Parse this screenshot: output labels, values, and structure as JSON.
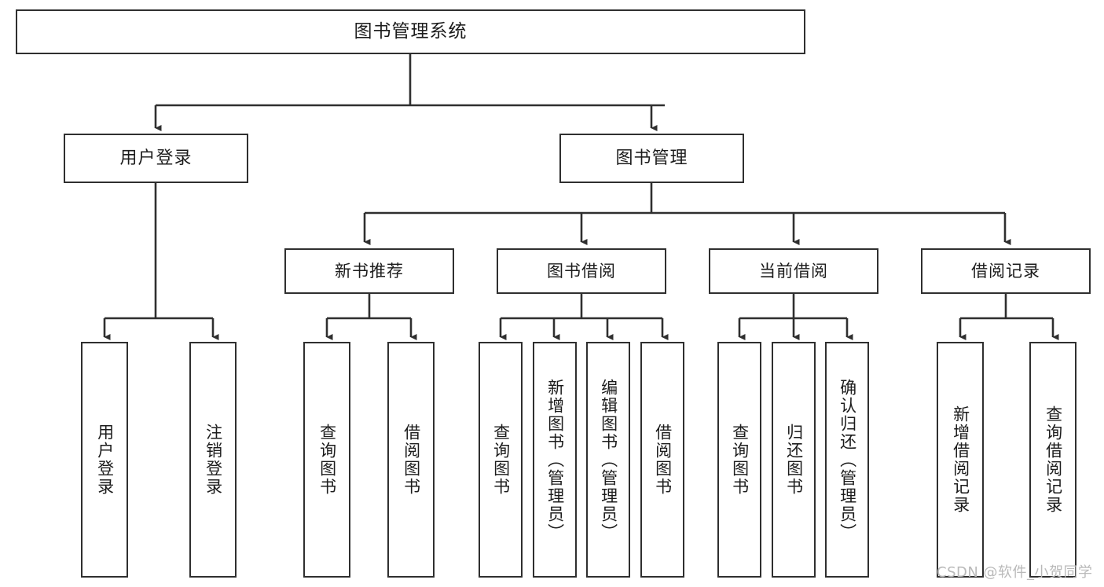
{
  "diagram": {
    "title": "图书管理系统",
    "type": "tree-hierarchy",
    "colors": {
      "box_border": "#2f2f2f",
      "box_fill": "#ffffff",
      "connector": "#2f2f2f",
      "text": "#1c1c1c",
      "watermark": "#b9b9b9",
      "background": "#ffffff"
    },
    "root": {
      "label": "图书管理系统"
    },
    "level2": [
      {
        "label": "用户登录"
      },
      {
        "label": "图书管理"
      }
    ],
    "level3": [
      {
        "label": "新书推荐"
      },
      {
        "label": "图书借阅"
      },
      {
        "label": "当前借阅"
      },
      {
        "label": "借阅记录"
      }
    ],
    "leaves": {
      "user_login": [
        {
          "label": "用户登录"
        },
        {
          "label": "注销登录"
        }
      ],
      "new_book_recommend": [
        {
          "label": "查询图书"
        },
        {
          "label": "借阅图书"
        }
      ],
      "book_borrow": [
        {
          "label": "查询图书"
        },
        {
          "label": "新增图书（管理员）"
        },
        {
          "label": "编辑图书（管理员）"
        },
        {
          "label": "借阅图书"
        }
      ],
      "current_borrow": [
        {
          "label": "查询图书"
        },
        {
          "label": "归还图书"
        },
        {
          "label": "确认归还（管理员）"
        }
      ],
      "borrow_record": [
        {
          "label": "新增借阅记录"
        },
        {
          "label": "查询借阅记录"
        }
      ]
    }
  },
  "watermark": {
    "text": "CSDN @软件_小贺同学"
  }
}
